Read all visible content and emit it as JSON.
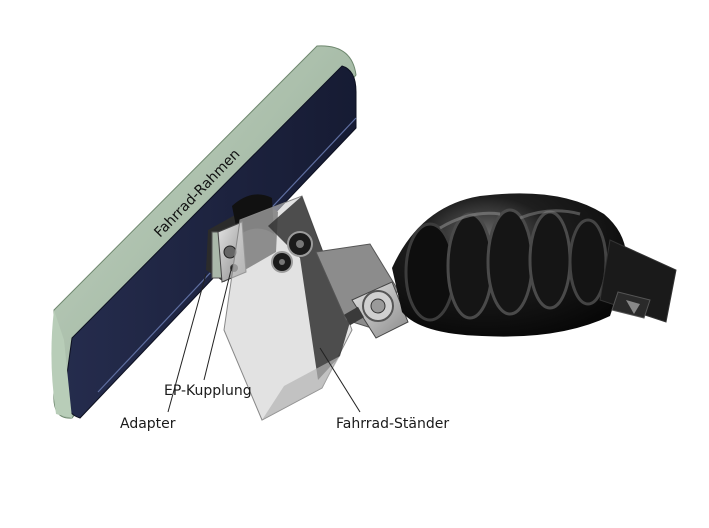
{
  "labels": {
    "frame": "Fahrrad-Rahmen",
    "coupling": "EP-Kupplung",
    "adapter": "Adapter",
    "stand": "Fahrrad-Ständer"
  },
  "colors": {
    "frame_rail": "#a9bfab",
    "frame_face": "#1d2442",
    "bellows": "#141414",
    "stand_glass": "#c9c9c9"
  }
}
